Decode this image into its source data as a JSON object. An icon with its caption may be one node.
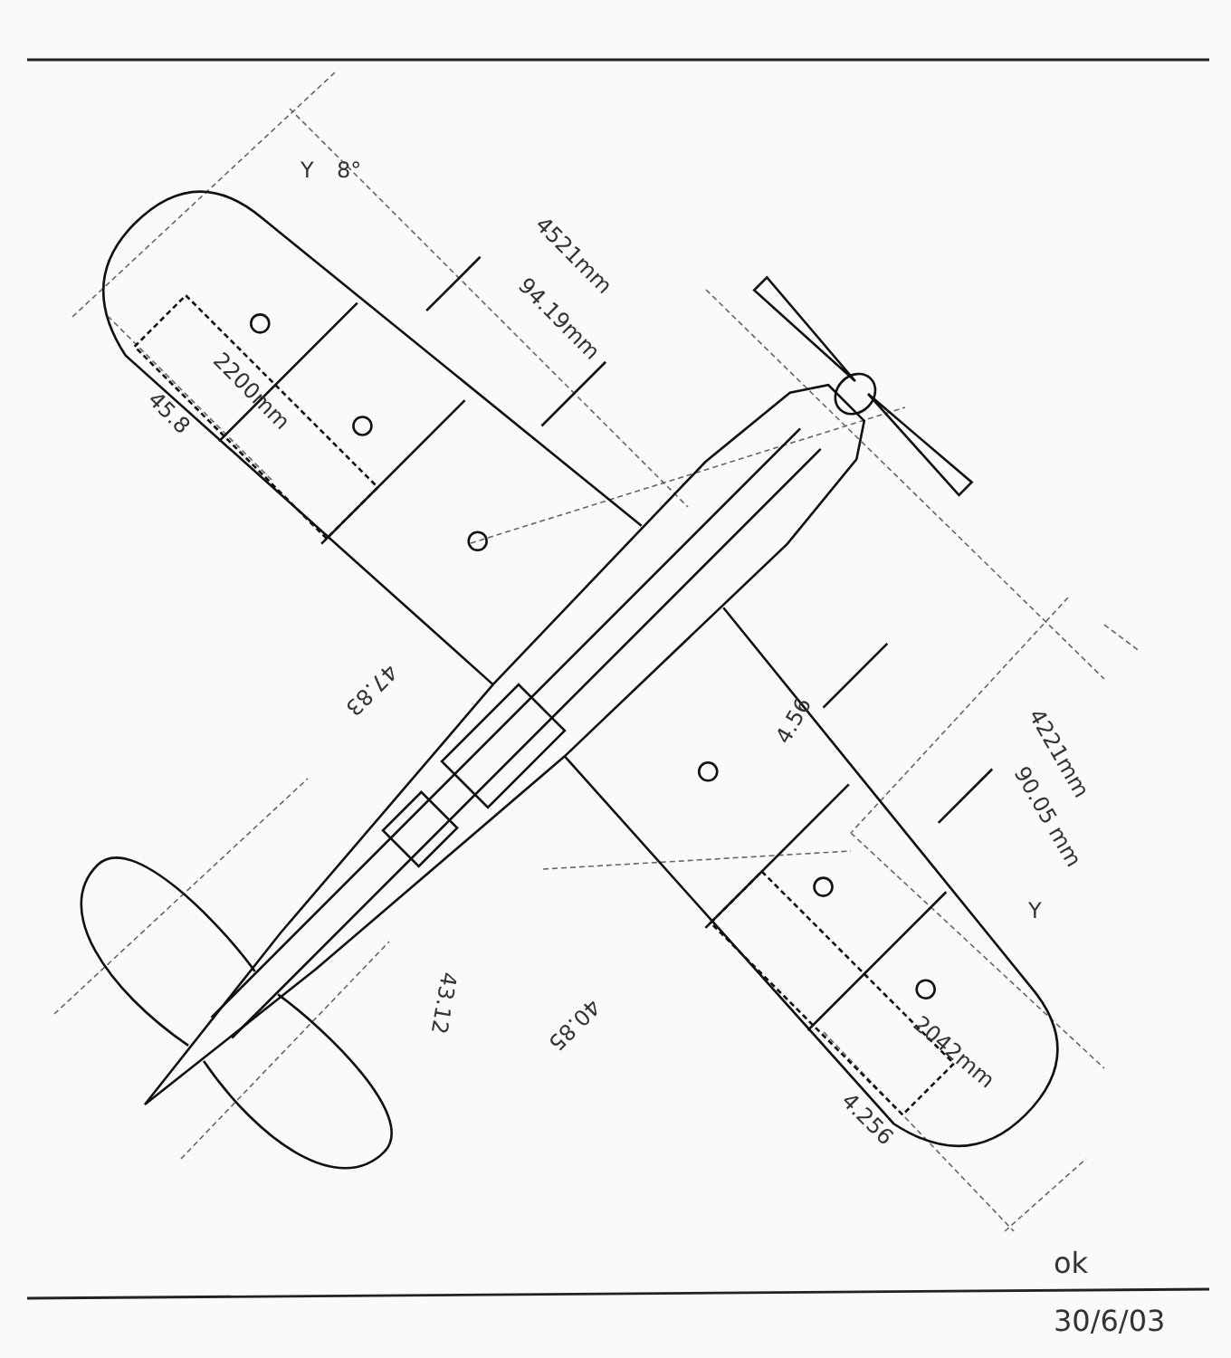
{
  "diagram": {
    "labels": [
      "Y",
      "8°",
      "4521mm",
      "94.19mm",
      "2200mm",
      "45.8",
      "47.83",
      "43.12",
      "40.85",
      "4.56",
      "4221mm",
      "90.05 mm",
      "Y",
      "2042mm",
      "4.256",
      "ok",
      "30/6/03"
    ]
  }
}
